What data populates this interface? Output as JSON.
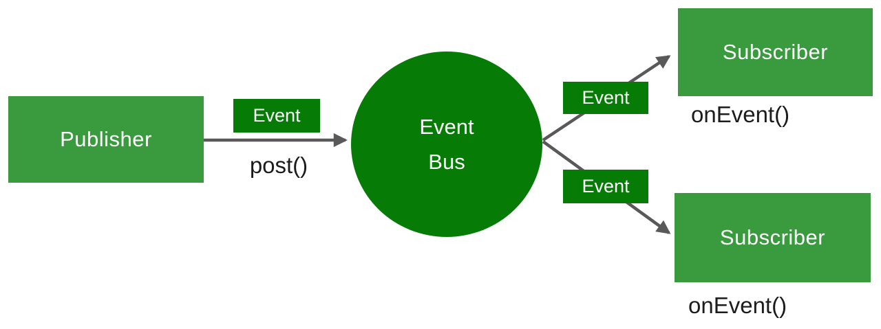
{
  "nodes": {
    "publisher": {
      "label": "Publisher"
    },
    "event_bus": {
      "line1": "Event",
      "line2": "Bus"
    },
    "subscriber_top": {
      "label": "Subscriber",
      "handler": "onEvent()"
    },
    "subscriber_bottom": {
      "label": "Subscriber",
      "handler": "onEvent()"
    }
  },
  "edges": {
    "publish": {
      "event_label": "Event",
      "method_label": "post()"
    },
    "fanout_top": {
      "event_label": "Event"
    },
    "fanout_bottom": {
      "event_label": "Event"
    }
  },
  "colors": {
    "node_green": "#3a9a3e",
    "bus_green": "#067c06",
    "arrow_gray": "#595959",
    "label_text": "#ffffff",
    "code_text": "#1c1c1c",
    "background": "#ffffff"
  }
}
